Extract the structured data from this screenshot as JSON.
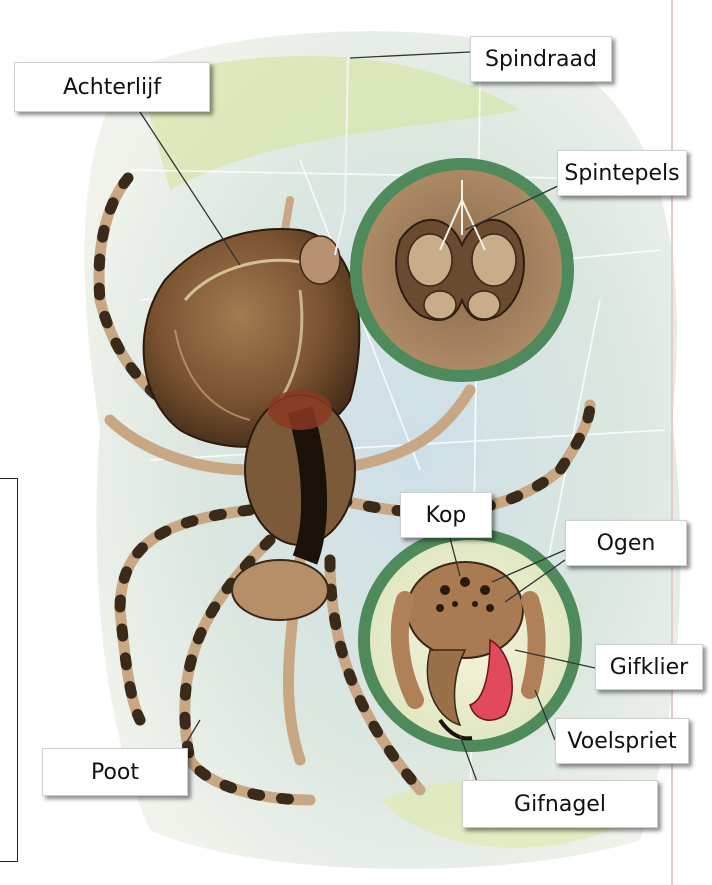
{
  "labels": {
    "achterlijf": "Achterlijf",
    "spindraad": "Spindraad",
    "spintepels": "Spintepels",
    "kop": "Kop",
    "ogen": "Ogen",
    "gifklier": "Gifklier",
    "voelspriet": "Voelspriet",
    "poot": "Poot",
    "gifnagel": "Gifnagel"
  },
  "colors": {
    "background_wash": "#dfe8ea",
    "abdomen": "#7a5330",
    "inset_ring": "#4f8a5c",
    "venom_gland": "#e04a5a"
  }
}
